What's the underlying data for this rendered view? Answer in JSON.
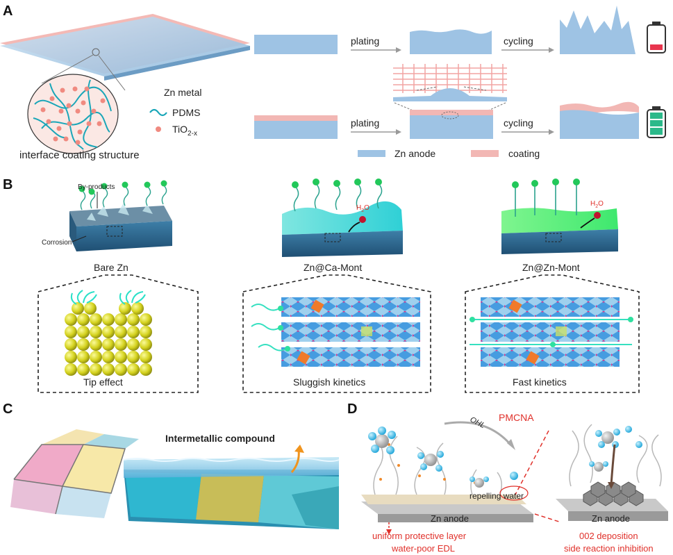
{
  "panels": {
    "A": {
      "label": "A",
      "zn_metal": "Zn metal",
      "pdms": "PDMS",
      "tio2": "TiO",
      "tio2_sub": "2-x",
      "interface": "interface coating structure",
      "plating_top": "plating",
      "cycling_top": "cycling",
      "plating_bottom": "plating",
      "cycling_bottom": "cycling",
      "legend_anode": "Zn anode",
      "legend_coating": "coating"
    },
    "B": {
      "label": "B",
      "byproducts": "By-products",
      "corrosion": "Corrosion",
      "h2o_1": "H",
      "h2o_1b": "O",
      "h2o_2": "H",
      "h2o_2b": "O",
      "h2o_sub": "2",
      "bare_zn": "Bare Zn",
      "ca_mont": "Zn@Ca-Mont",
      "zn_mont": "Zn@Zn-Mont",
      "tip": "Tip effect",
      "sluggish": "Sluggish kinetics",
      "fast": "Fast kinetics"
    },
    "C": {
      "label": "C",
      "imc": "Intermetallic compound"
    },
    "D": {
      "label": "D",
      "ohl": "OHL",
      "pmcna": "PMCNA",
      "repelling": "repelling water",
      "zn_anode_1": "Zn anode",
      "zn_anode_2": "Zn anode",
      "uniform1": "uniform protective layer",
      "uniform2": "water-poor EDL",
      "dep1": "002 deposition",
      "dep2": "side reaction inhibition"
    }
  },
  "colors": {
    "anode_blue": "#9ec3e4",
    "coating_pink": "#f2b7b4",
    "pdms_teal": "#1aa6b8",
    "tio2_pink": "#f08a80",
    "battery_red": "#e8354e",
    "battery_green": "#2bb98a",
    "accent_red": "#e0302a",
    "mont_green": "#5ef28a"
  }
}
